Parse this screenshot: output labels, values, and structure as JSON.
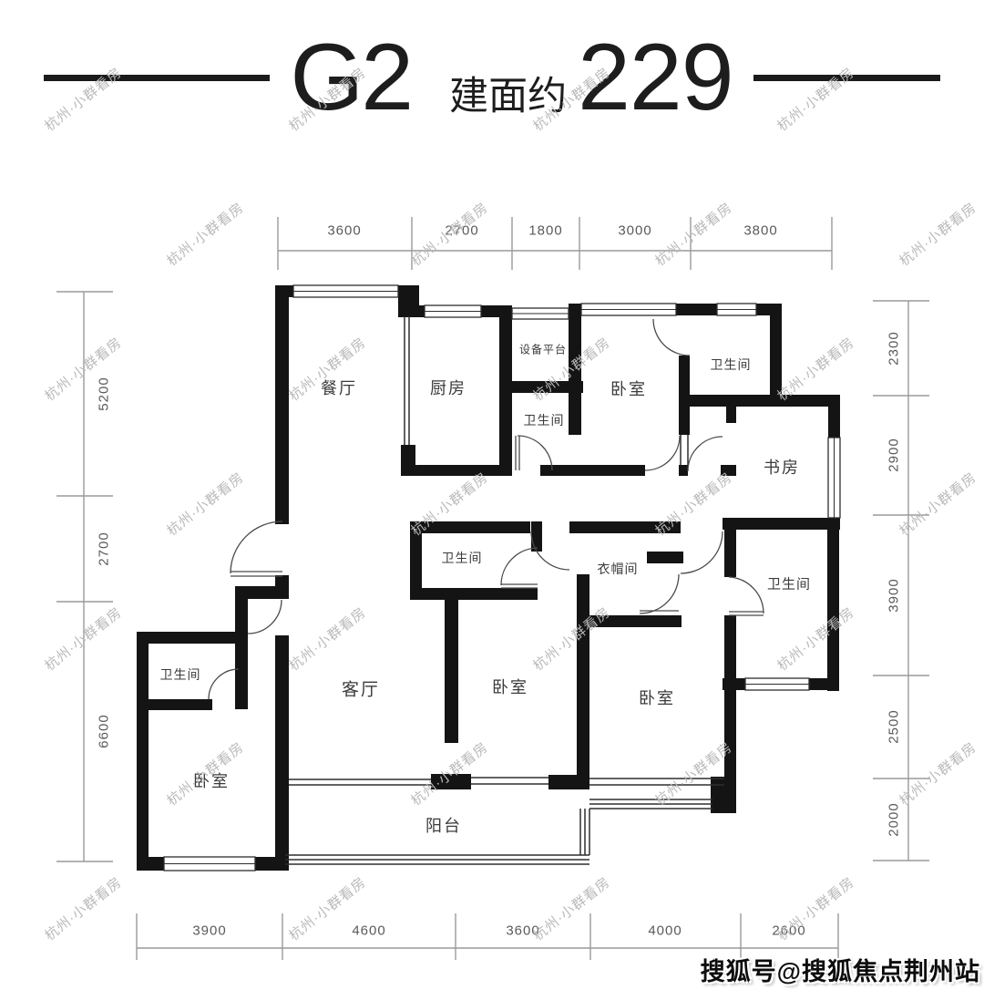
{
  "title": {
    "model": "G2",
    "area_prefix": "建面约",
    "area_value": "229"
  },
  "dimensions": {
    "top": [
      "3600",
      "2700",
      "1800",
      "3000",
      "3800"
    ],
    "bottom": [
      "3900",
      "4600",
      "3600",
      "4000",
      "2600"
    ],
    "left": [
      "5200",
      "2700",
      "6600"
    ],
    "right": [
      "2300",
      "2900",
      "3900",
      "2500",
      "2000"
    ]
  },
  "rooms": [
    {
      "name": "dining-room",
      "label": "餐厅"
    },
    {
      "name": "kitchen",
      "label": "厨房"
    },
    {
      "name": "equipment-platform",
      "label": "设备平台"
    },
    {
      "name": "bathroom-1",
      "label": "卫生间"
    },
    {
      "name": "bedroom-1",
      "label": "卧室"
    },
    {
      "name": "bathroom-2",
      "label": "卫生间"
    },
    {
      "name": "study",
      "label": "书房"
    },
    {
      "name": "bathroom-3",
      "label": "卫生间"
    },
    {
      "name": "cloakroom",
      "label": "衣帽间"
    },
    {
      "name": "bathroom-4",
      "label": "卫生间"
    },
    {
      "name": "living-room",
      "label": "客厅"
    },
    {
      "name": "bedroom-2",
      "label": "卧室"
    },
    {
      "name": "bedroom-3",
      "label": "卧室"
    },
    {
      "name": "bathroom-5",
      "label": "卫生间"
    },
    {
      "name": "bedroom-4",
      "label": "卧室"
    },
    {
      "name": "balcony",
      "label": "阳台"
    }
  ],
  "watermark": {
    "text": "杭州·小群看房",
    "footer": "搜狐号@搜狐焦点荆州站"
  }
}
